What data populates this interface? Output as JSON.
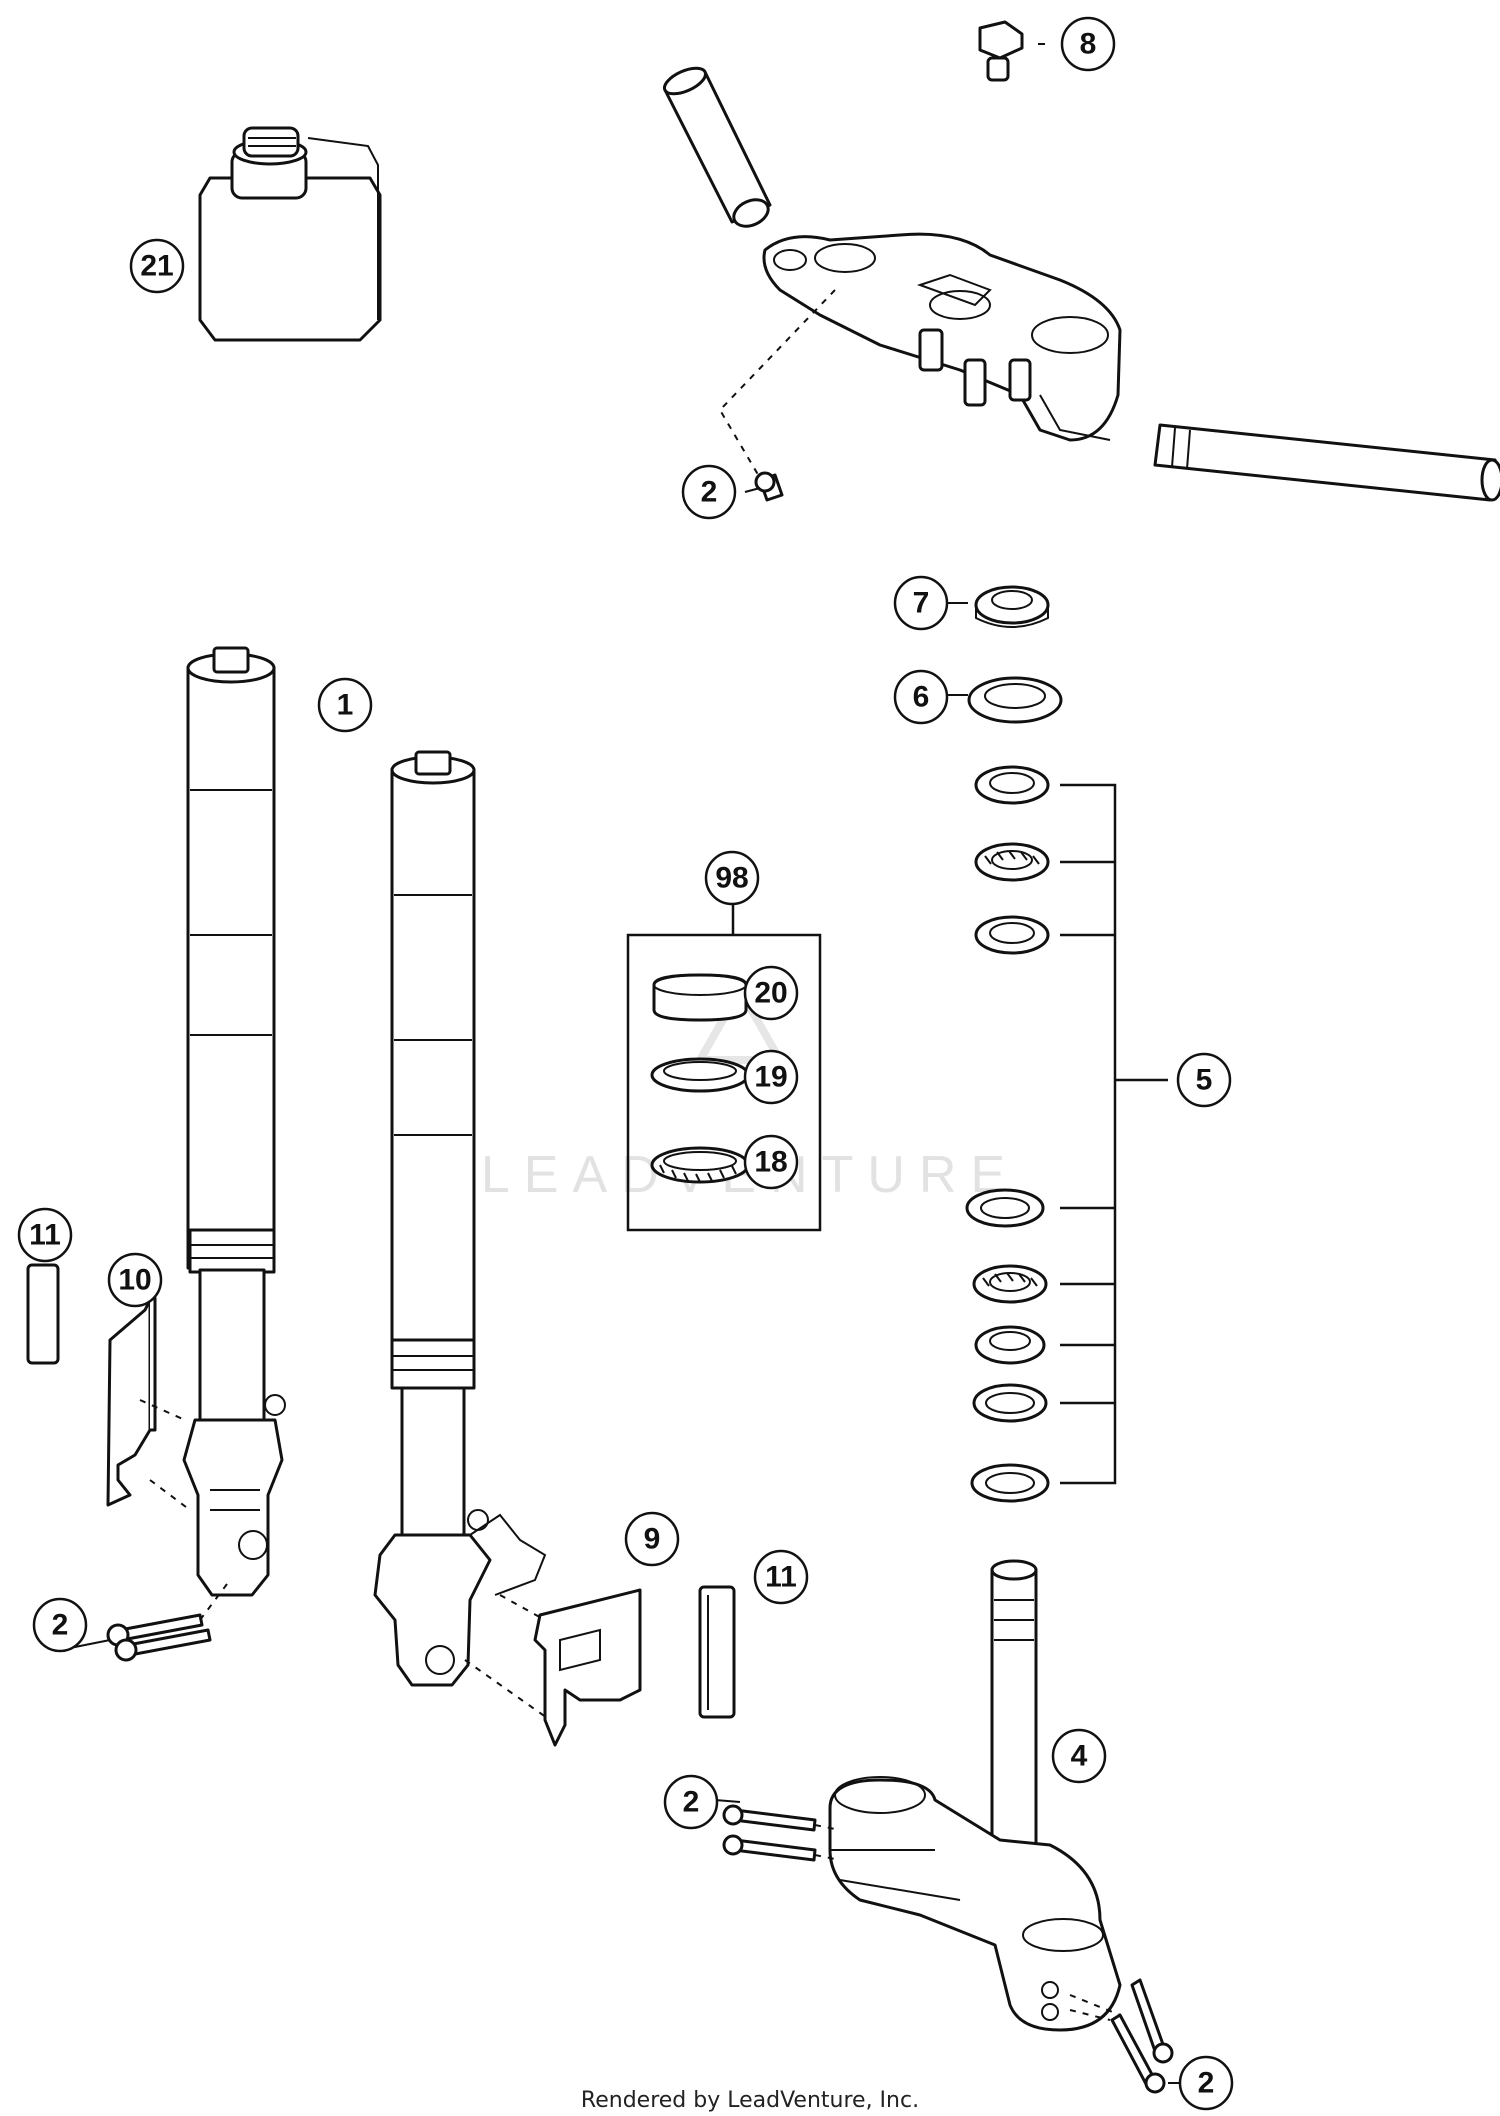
{
  "watermark": "LEADVENTURE",
  "footer": "Rendered by LeadVenture, Inc.",
  "callouts": {
    "c1": "1",
    "c2a": "2",
    "c2b": "2",
    "c2c": "2",
    "c2d": "2",
    "c4": "4",
    "c5": "5",
    "c6": "6",
    "c7": "7",
    "c8": "8",
    "c9": "9",
    "c10": "10",
    "c11a": "11",
    "c11b": "11",
    "c18": "18",
    "c19": "19",
    "c20": "20",
    "c21": "21",
    "c98": "98"
  }
}
